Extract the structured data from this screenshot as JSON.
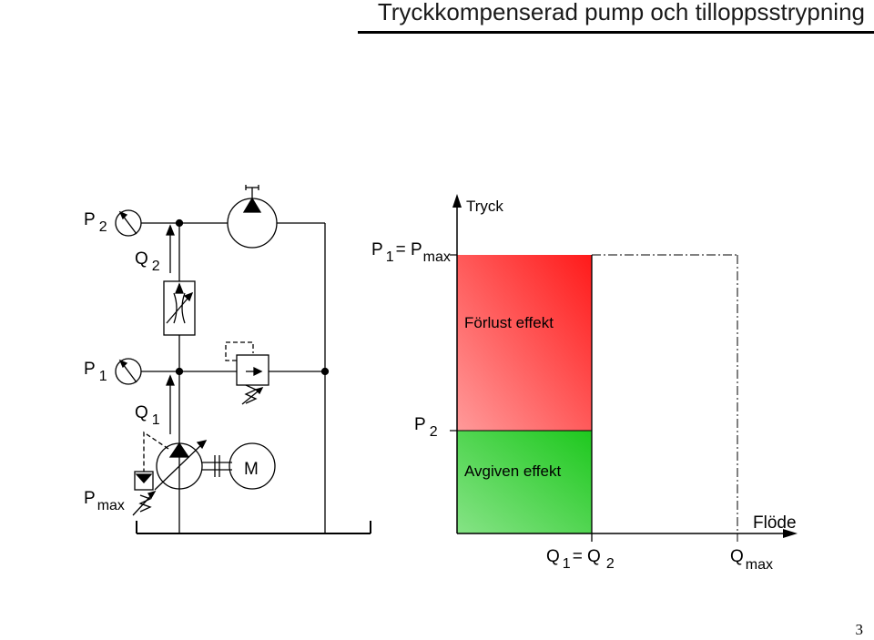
{
  "title": "Tryckkompenserad pump och tilloppsstrypning",
  "page_number": "3",
  "circuit": {
    "p2": {
      "main": "P",
      "sub": "2"
    },
    "q2": {
      "main": "Q",
      "sub": "2"
    },
    "p1": {
      "main": "P",
      "sub": "1"
    },
    "q1": {
      "main": "Q",
      "sub": "1"
    },
    "pmax": {
      "main": "P",
      "sub": "max"
    },
    "motor": "M"
  },
  "graph": {
    "y_axis_label": "Tryck",
    "x_axis_label": "Flöde",
    "p1_pmax": {
      "a": "P",
      "a_sub": "1",
      "eq": "= P",
      "b_sub": "max"
    },
    "p2": {
      "main": "P",
      "sub": "2"
    },
    "q1_q2": {
      "a": "Q",
      "a_sub": "1",
      "eq": "= Q",
      "b_sub": "2"
    },
    "qmax": {
      "main": "Q",
      "sub": "max"
    },
    "loss_label": "Förlust effekt",
    "output_label": "Avgiven effekt",
    "colors": {
      "loss": "#ff4a4a",
      "output": "#5ad25a",
      "axis": "#000000"
    }
  }
}
